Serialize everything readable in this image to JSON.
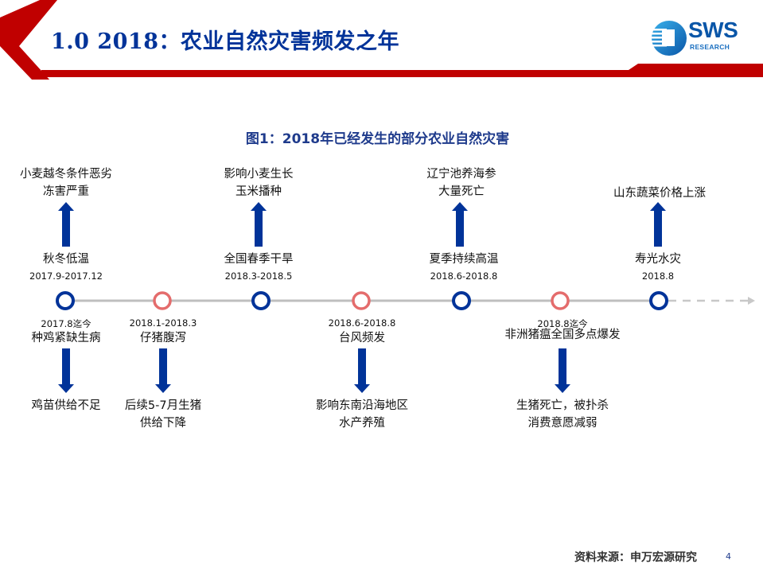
{
  "header": {
    "title": "1.0 2018：农业自然灾害频发之年",
    "accent_color": "#c00000",
    "title_color": "#003399"
  },
  "logo": {
    "name": "SWS",
    "subtitle": "RESEARCH"
  },
  "figure": {
    "title": "图1：2018年已经发生的部分农业自然灾害"
  },
  "timeline": {
    "line_color": "#bfbfbf",
    "node_colors": {
      "blue": "#003399",
      "red": "#e46c6c"
    },
    "arrow_color": "#003399",
    "events": [
      {
        "node": "blue",
        "position": "above",
        "event": "秋冬低温",
        "period": "2017.9-2017.12",
        "impact": [
          "小麦越冬条件恶劣",
          "冻害严重"
        ]
      },
      {
        "node": "blue",
        "position": "below",
        "event": "种鸡紧缺生病",
        "period": "2017.8迄今",
        "impact": [
          "鸡苗供给不足"
        ]
      },
      {
        "node": "red",
        "position": "below",
        "event": "仔猪腹泻",
        "period": "2018.1-2018.3",
        "impact": [
          "后续5-7月生猪",
          "供给下降"
        ]
      },
      {
        "node": "blue",
        "position": "above",
        "event": "全国春季干旱",
        "period": "2018.3-2018.5",
        "impact": [
          "影响小麦生长",
          "玉米播种"
        ]
      },
      {
        "node": "red",
        "position": "below",
        "event": "台风频发",
        "period": "2018.6-2018.8",
        "impact": [
          "影响东南沿海地区",
          "水产养殖"
        ]
      },
      {
        "node": "blue",
        "position": "above",
        "event": "夏季持续高温",
        "period": "2018.6-2018.8",
        "impact": [
          "辽宁池养海参",
          "大量死亡"
        ]
      },
      {
        "node": "red",
        "position": "below",
        "event": "非洲猪瘟全国多点爆发",
        "period": "2018.8迄今",
        "impact": [
          "生猪死亡，被扑杀",
          "消费意愿减弱"
        ]
      },
      {
        "node": "blue",
        "position": "above",
        "event": "寿光水灾",
        "period": "2018.8",
        "impact": [
          "山东蔬菜价格上涨"
        ]
      }
    ]
  },
  "footer": {
    "source": "资料来源：申万宏源研究",
    "page_number": "4"
  }
}
